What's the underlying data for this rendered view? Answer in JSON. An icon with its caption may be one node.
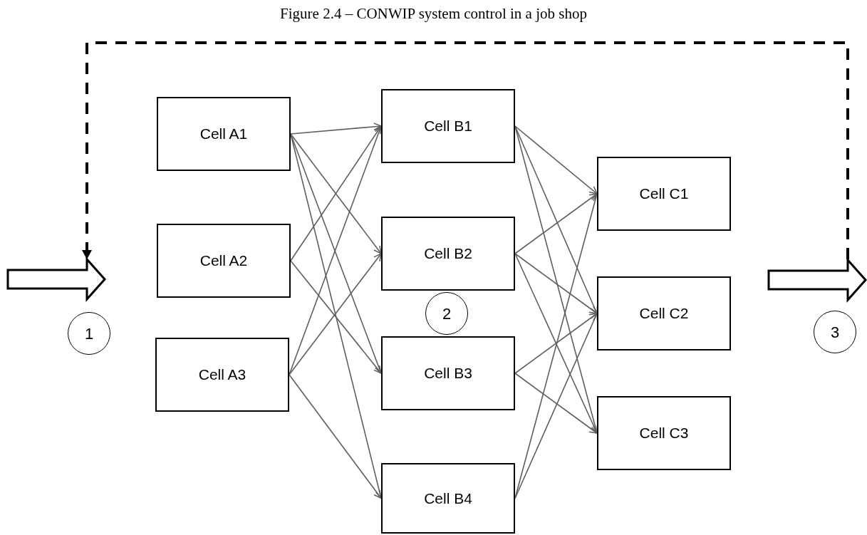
{
  "diagram": {
    "title": "Figure 2.4 – CONWIP system control in a job shop",
    "nodes": [
      {
        "text": [],
        "shape": "arrow"
      },
      {
        "text": [
          "Cell A1"
        ]
      },
      {
        "text": [
          "Cell A2"
        ]
      },
      {
        "text": [
          "Cell A3"
        ]
      },
      {
        "text": [
          "Cell B1"
        ]
      },
      {
        "text": [
          "Cell B2"
        ]
      },
      {
        "text": [
          "Cell B3"
        ]
      },
      {
        "text": [
          "Cell B4"
        ]
      },
      {
        "text": [
          "Cell C1"
        ]
      },
      {
        "text": [
          "Cell C2"
        ]
      },
      {
        "text": [
          "Cell C3"
        ]
      },
      {
        "text": [],
        "shape": "arrow"
      }
    ],
    "edges": [
      {
        "from": 1,
        "to": 4,
        "arrow": "to"
      },
      {
        "from": 1,
        "to": 5,
        "arrow": "to"
      },
      {
        "from": 1,
        "to": 6,
        "arrow": "to"
      },
      {
        "from": 1,
        "to": 7,
        "arrow": "to"
      },
      {
        "from": 2,
        "to": 4,
        "arrow": "to"
      },
      {
        "from": 2,
        "to": 6,
        "arrow": "to"
      },
      {
        "from": 3,
        "to": 4,
        "arrow": "to"
      },
      {
        "from": 3,
        "to": 5,
        "arrow": "to"
      },
      {
        "from": 3,
        "to": 7,
        "arrow": "to"
      },
      {
        "from": 4,
        "to": 8,
        "arrow": "to"
      },
      {
        "from": 4,
        "to": 9,
        "arrow": "to"
      },
      {
        "from": 4,
        "to": 10,
        "arrow": "to"
      },
      {
        "from": 5,
        "to": 8,
        "arrow": "to"
      },
      {
        "from": 5,
        "to": 9,
        "arrow": "to"
      },
      {
        "from": 5,
        "to": 10,
        "arrow": "to"
      },
      {
        "from": 6,
        "to": 9,
        "arrow": "to"
      },
      {
        "from": 6,
        "to": 10,
        "arrow": "to"
      },
      {
        "from": 7,
        "to": 8,
        "arrow": "to"
      },
      {
        "from": 7,
        "to": 9,
        "arrow": "to"
      },
      {
        "from": 11,
        "to": 0,
        "arrow": "to",
        "style": "dashed",
        "color": "#000000"
      }
    ],
    "labels": [
      "1",
      "2",
      "3"
    ]
  }
}
